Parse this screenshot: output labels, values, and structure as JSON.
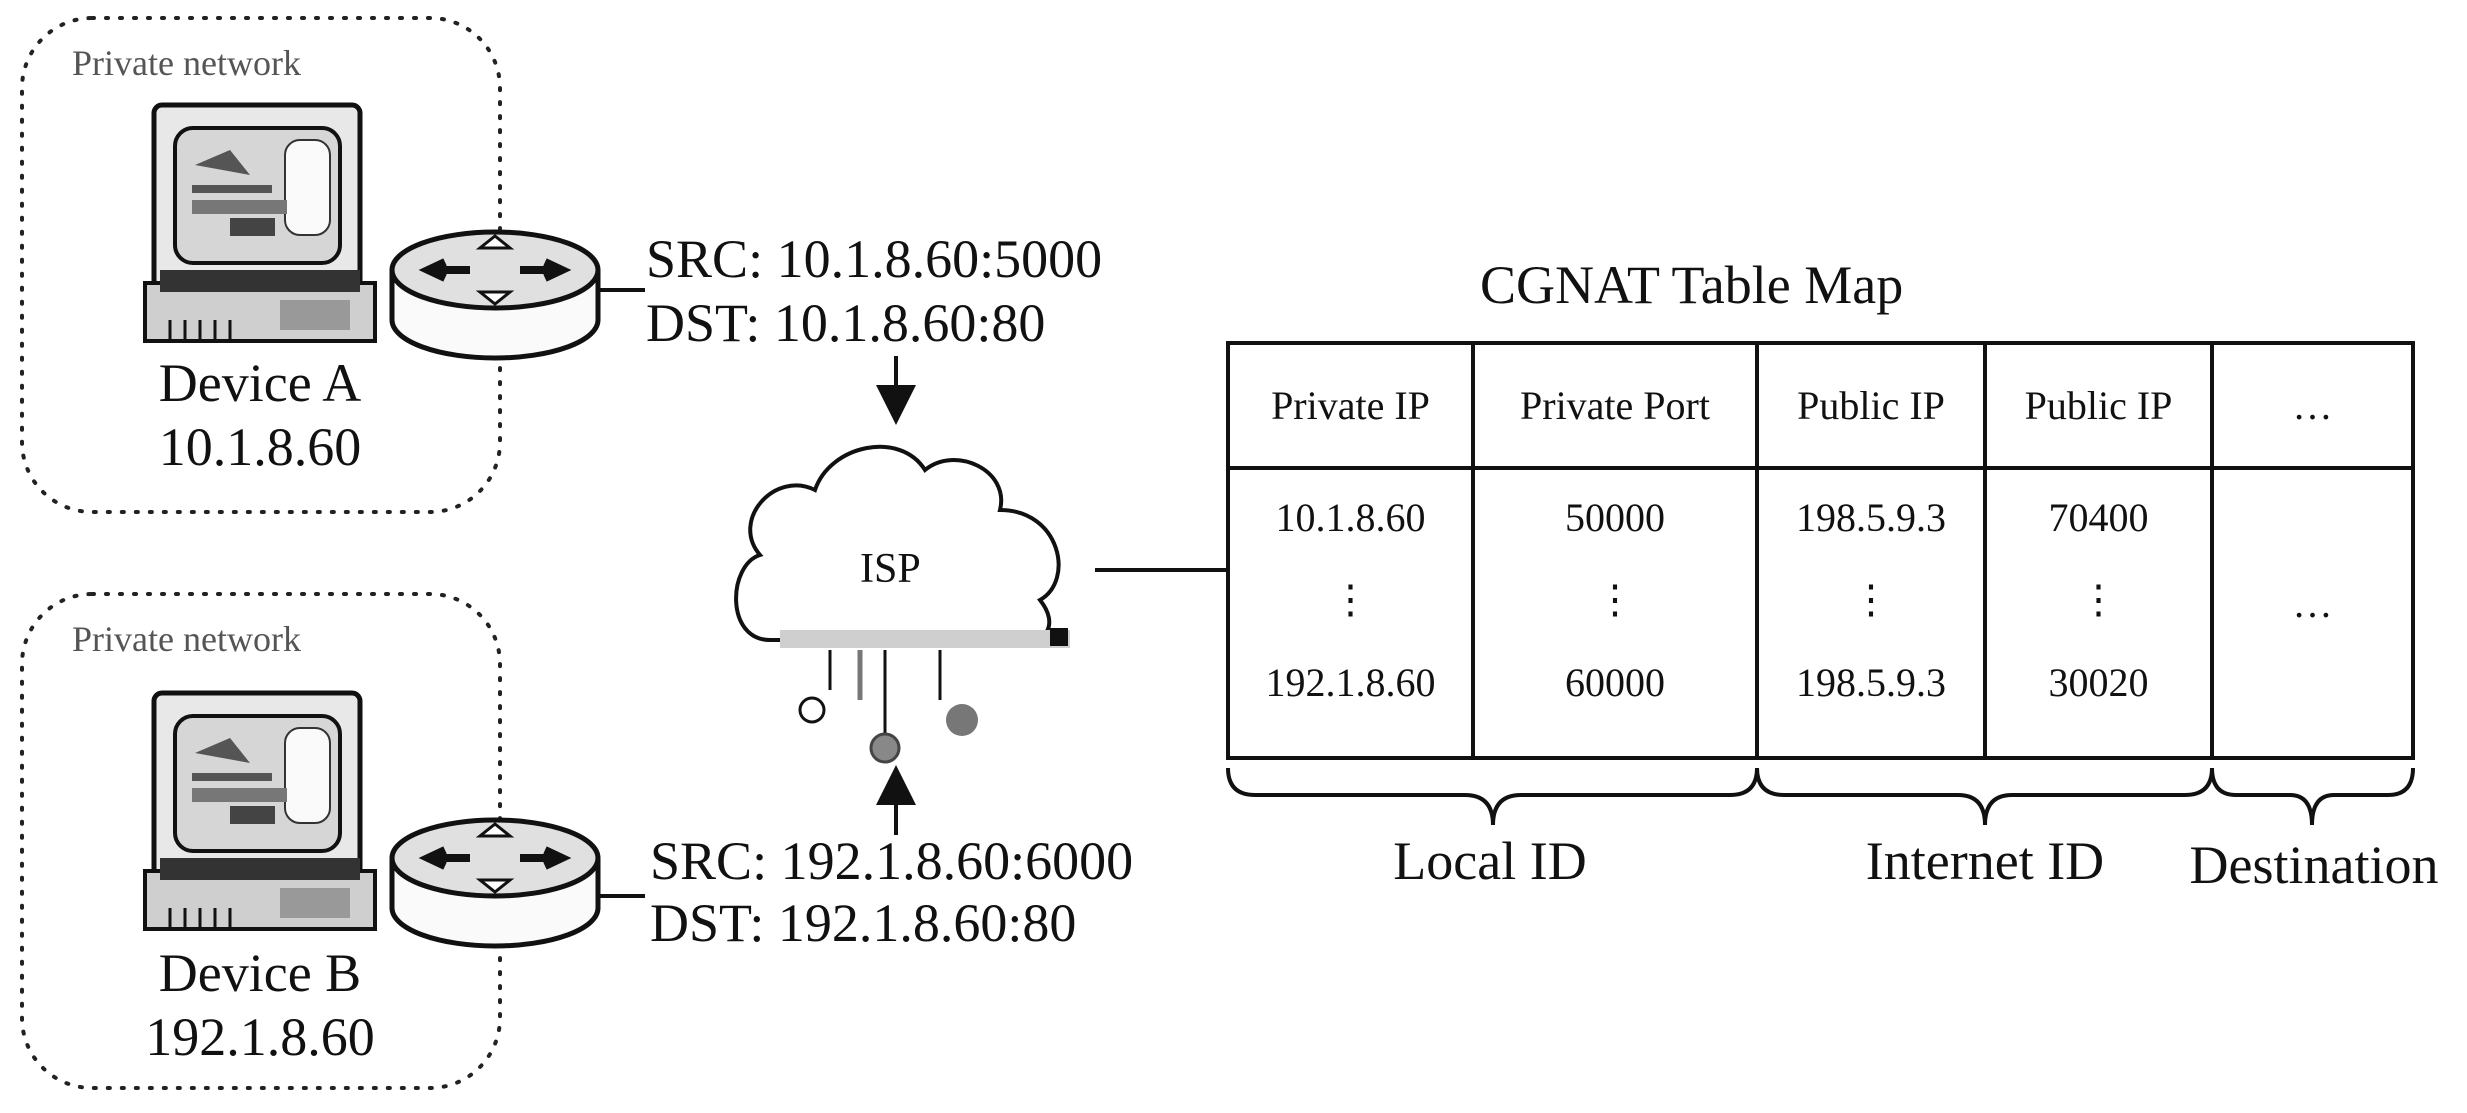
{
  "networks": [
    {
      "label": "Private network",
      "device_name": "Device A",
      "device_ip": "10.1.8.60",
      "packet": {
        "src": "SRC: 10.1.8.60:5000",
        "dst": "DST: 10.1.8.60:80"
      }
    },
    {
      "label": "Private network",
      "device_name": "Device B",
      "device_ip": "192.1.8.60",
      "packet": {
        "src": "SRC: 192.1.8.60:6000",
        "dst": "DST: 192.1.8.60:80"
      }
    }
  ],
  "isp": {
    "label": "ISP"
  },
  "table": {
    "title": "CGNAT Table Map",
    "headers": [
      "Private IP",
      "Private Port",
      "Public IP",
      "Public IP",
      "…"
    ],
    "rows": [
      [
        "10.1.8.60",
        "50000",
        "198.5.9.3",
        "70400",
        ""
      ],
      [
        "⋮",
        "⋮",
        "⋮",
        "⋮",
        "…"
      ],
      [
        "192.1.8.60",
        "60000",
        "198.5.9.3",
        "30020",
        ""
      ]
    ],
    "groups": [
      "Local ID",
      "Internet ID",
      "Destination"
    ]
  }
}
